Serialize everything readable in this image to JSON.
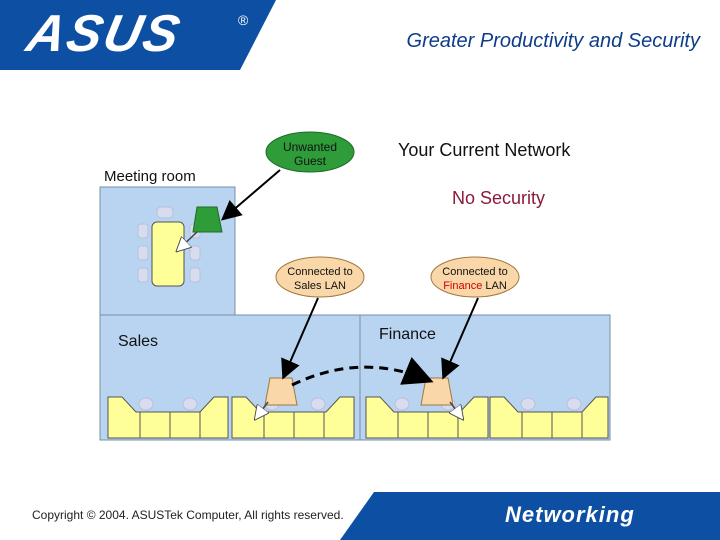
{
  "header": {
    "logo_text": "ASUS",
    "registered_mark": "®",
    "title": "Greater Productivity and Security"
  },
  "diagram": {
    "unwanted_guest": "Unwanted Guest",
    "network_heading": "Your Current Network",
    "no_security": "No Security",
    "meeting_room": "Meeting room",
    "sales": "Sales",
    "finance": "Finance",
    "connected_sales_line1": "Connected to",
    "connected_sales_line2": "Sales LAN",
    "connected_finance_line1": "Connected to",
    "connected_finance_word": "Finance",
    "connected_finance_suffix": " LAN"
  },
  "colors": {
    "brand_blue": "#0d4fa3",
    "room_fill": "#b8d4f0",
    "bubble_fill": "#fad7a8",
    "unwanted_fill": "#2f9c3a",
    "no_security": "#8b1a3a"
  },
  "footer": {
    "copyright": "Copyright © 2004.  ASUSTek Computer, All rights reserved.",
    "brand": "Networking"
  }
}
